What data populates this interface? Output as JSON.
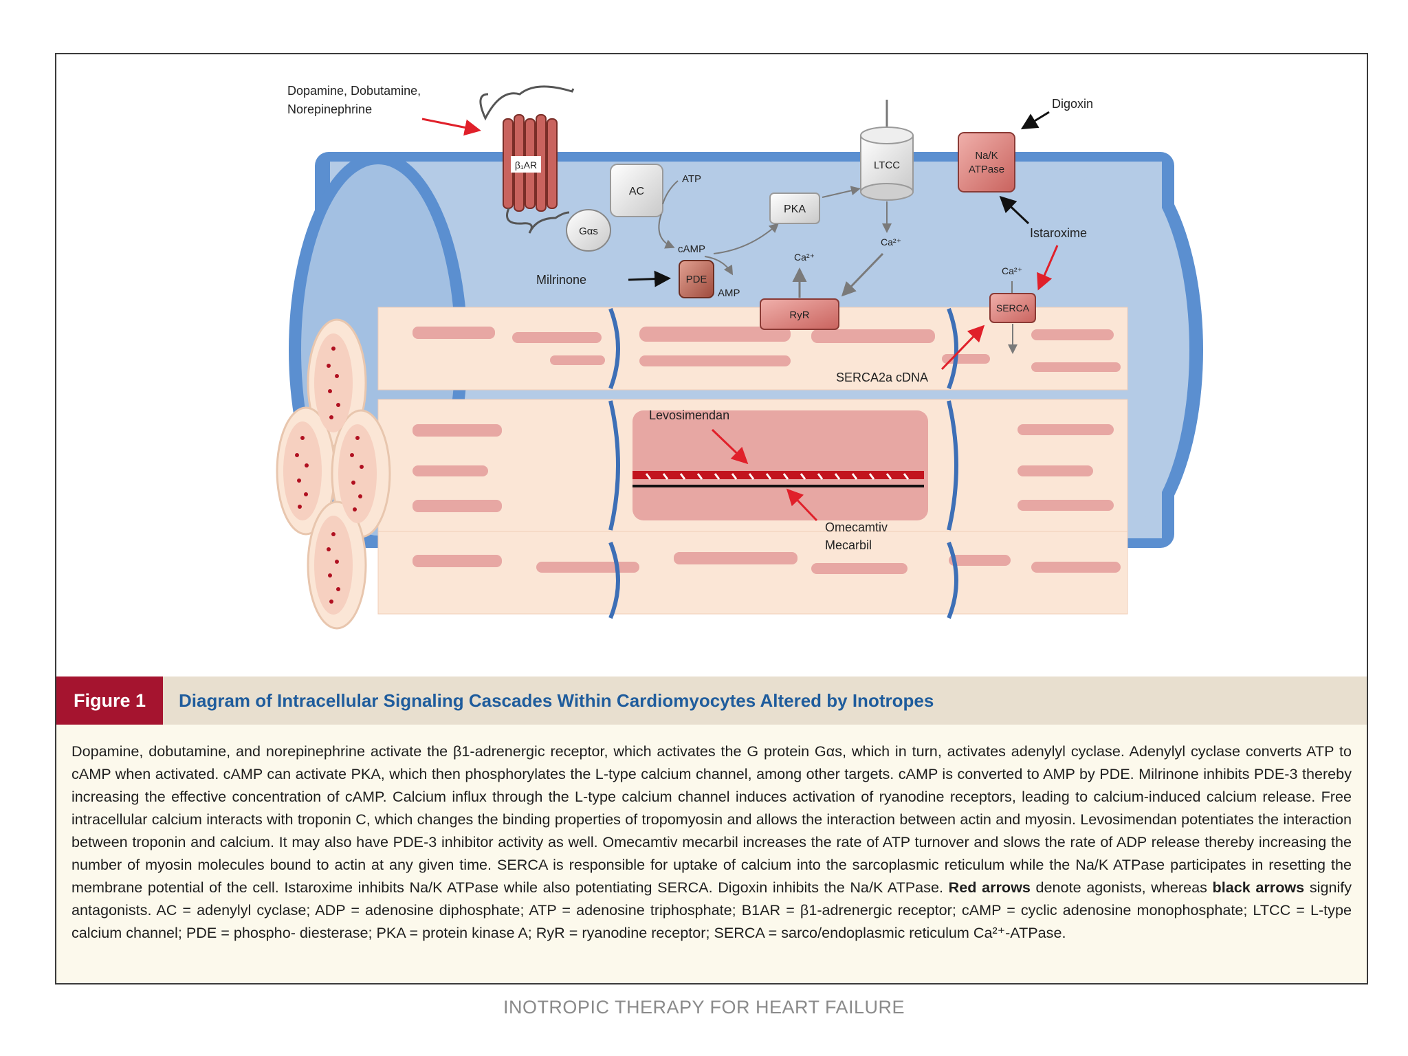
{
  "labels": {
    "agonists_top": [
      "Dopamine, Dobutamine,",
      "Norepinephrine"
    ],
    "b1ar": "β₁AR",
    "ac": "AC",
    "atp": "ATP",
    "gas": "Gαs",
    "camp": "cAMP",
    "pde": "PDE",
    "amp": "AMP",
    "milrinone": "Milrinone",
    "pka": "PKA",
    "ltcc": "LTCC",
    "ca_ltcc": "Ca²⁺",
    "ca_ryr": "Ca²⁺",
    "ryr": "RyR",
    "nak": [
      "Na/K",
      "ATPase"
    ],
    "digoxin": "Digoxin",
    "istaroxime": "Istaroxime",
    "ca_serca": "Ca²⁺",
    "serca": "SERCA",
    "serca2a": "SERCA2a cDNA",
    "levosimendan": "Levosimendan",
    "omecamtiv": [
      "Omecamtiv",
      "Mecarbil"
    ]
  },
  "caption": {
    "figure_label": "Figure 1",
    "title": "Diagram of Intracellular Signaling Cascades Within Cardiomyocytes Altered by Inotropes",
    "body_part1": "Dopamine, dobutamine, and norepinephrine activate the β1-adrenergic receptor, which activates the G protein Gαs, which in turn, activates adenylyl cyclase. Adenylyl cyclase converts ATP to cAMP when activated. cAMP can activate PKA, which then phosphorylates the L-type calcium channel, among other targets. cAMP is converted to AMP by PDE. Milrinone inhibits PDE-3 thereby increasing the effective concentration of cAMP. Calcium influx through the L-type calcium channel induces activation of ryanodine receptors, leading to calcium-induced calcium release. Free intracellular calcium interacts with troponin C, which changes the binding properties of tropomyosin and allows the interaction between actin and myosin. Levosimendan potentiates the interaction between troponin and calcium. It may also have PDE-3 inhibitor activity as well. Omecamtiv mecarbil increases the rate of ATP turnover and slows the rate of ADP release thereby increasing the number of myosin molecules bound to actin at any given time. SERCA is responsible for uptake of calcium into the sarcoplasmic reticulum while the Na/K ATPase participates in resetting the membrane potential of the cell. Istaroxime inhibits Na/K ATPase while also potentiating SERCA. Digoxin inhibits the Na/K ATPase.",
    "red_arrows": "Red arrows",
    "body_part2": "denote agonists, whereas",
    "black_arrows": "black arrows",
    "body_part3": "signify antagonists. AC = adenylyl cyclase; ADP = adenosine diphosphate; ATP = adenosine triphosphate; B1AR = β1-adrenergic receptor; cAMP = cyclic adenosine monophosphate; LTCC = L-type calcium channel; PDE = phospho- diesterase; PKA = protein kinase A; RyR = ryanodine receptor; SERCA = sarco/endoplasmic reticulum Ca²⁺-ATPase."
  },
  "footer": "INOTROPIC THERAPY FOR HEART FAILURE",
  "colors": {
    "membrane": "#5b8fd0",
    "cytoplasm": "#b4cbe6",
    "fiber": "#fbe6d6",
    "stripe": "#e7a7a3",
    "protein_red": "#d9817c",
    "agonist_arrow": "#e0202a",
    "antagonist_arrow": "#111111",
    "figure_badge": "#a5142f",
    "title_blue": "#1f5c9c"
  }
}
